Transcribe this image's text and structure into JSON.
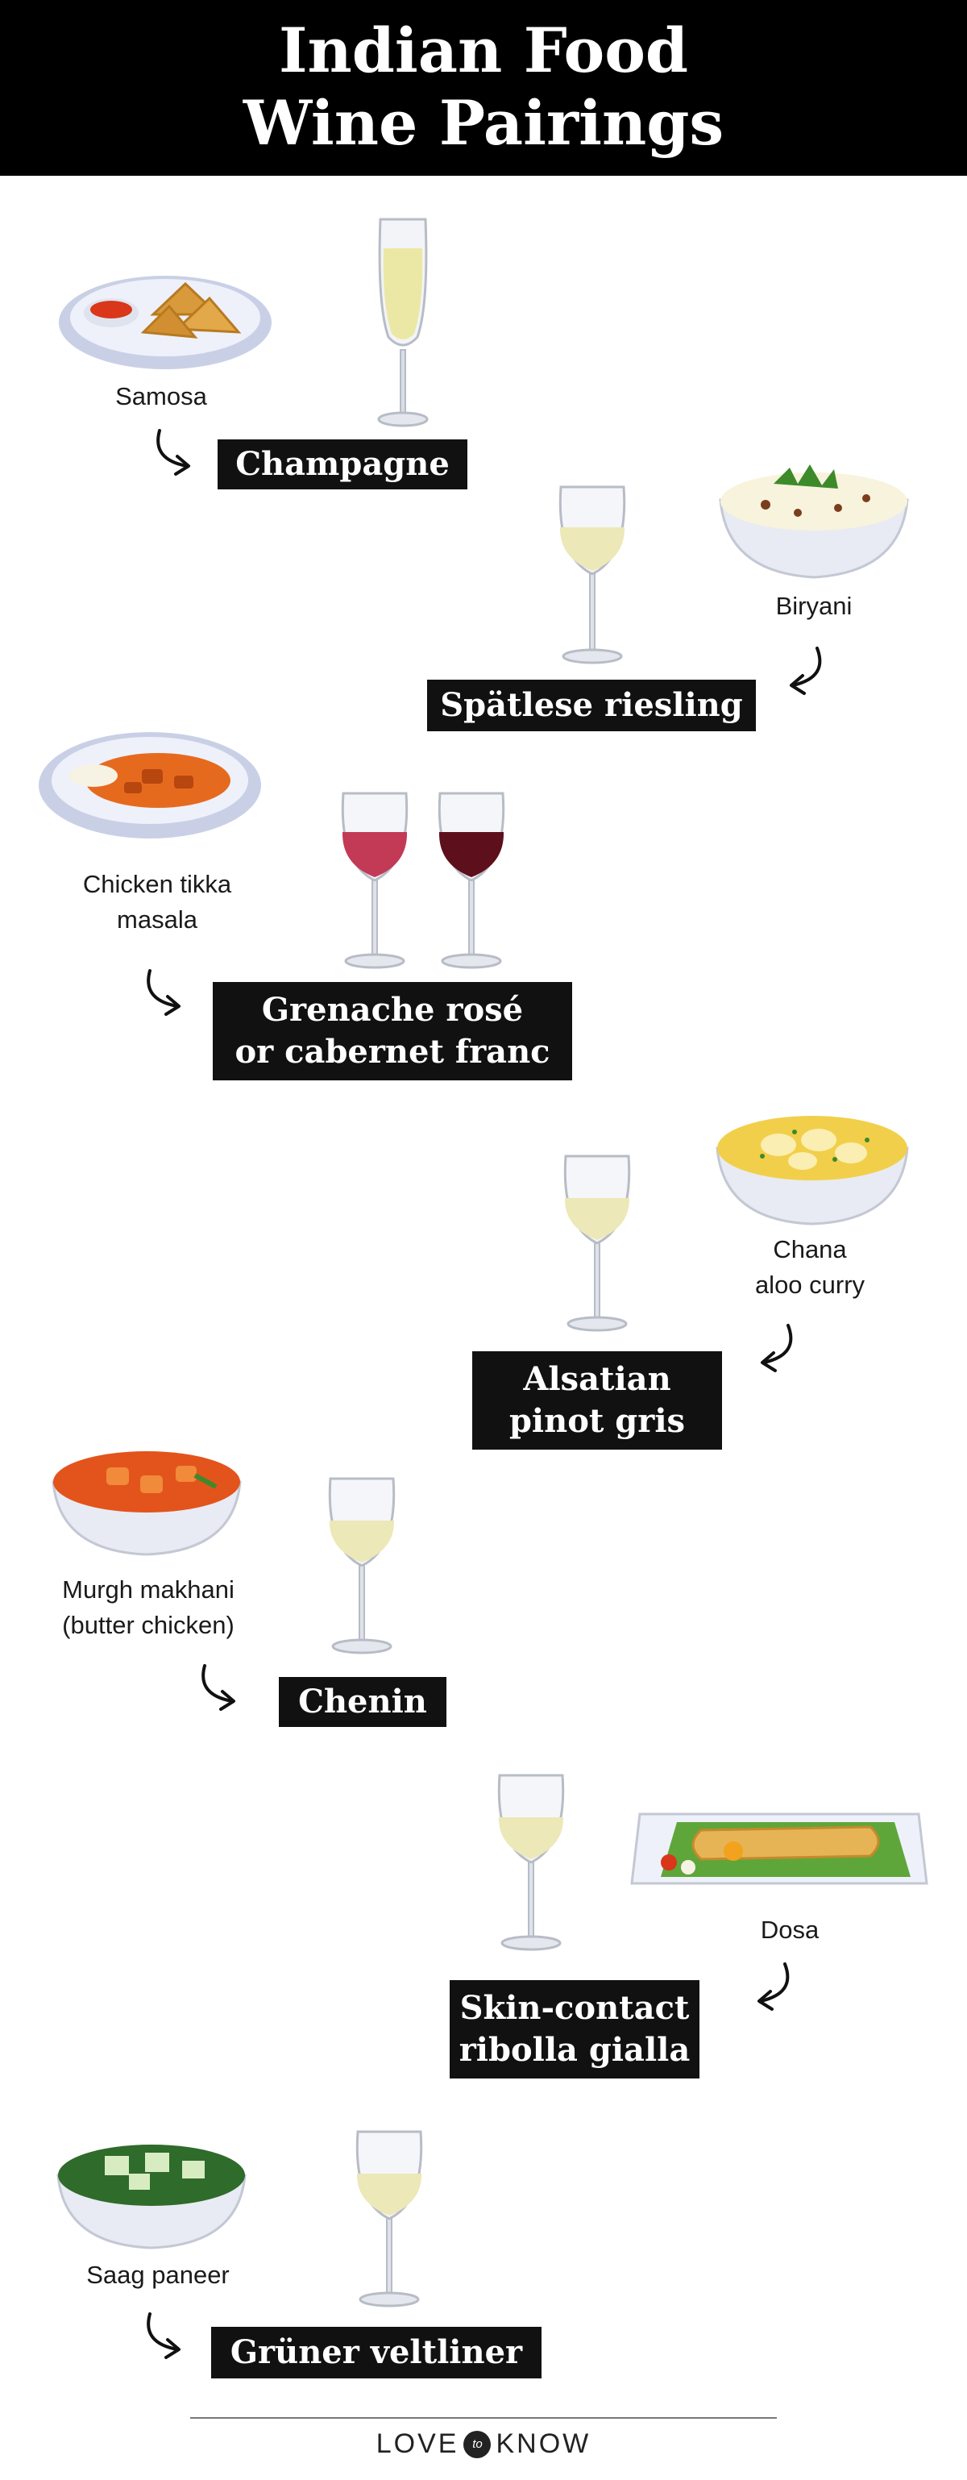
{
  "header": {
    "title_line1": "Indian Food",
    "title_line2": "Wine Pairings"
  },
  "pairings": [
    {
      "dish": [
        "Samosa"
      ],
      "wine": [
        "Champagne"
      ],
      "wine_color": "light-white"
    },
    {
      "dish": [
        "Biryani"
      ],
      "wine": [
        "Spätlese riesling"
      ],
      "wine_color": "white"
    },
    {
      "dish": [
        "Chicken tikka",
        "masala"
      ],
      "wine": [
        "Grenache rosé",
        "or cabernet franc"
      ],
      "wine_color": "rose-and-red"
    },
    {
      "dish": [
        "Chana",
        "aloo curry"
      ],
      "wine": [
        "Alsatian",
        "pinot gris"
      ],
      "wine_color": "white"
    },
    {
      "dish": [
        "Murgh makhani",
        "(butter chicken)"
      ],
      "wine": [
        "Chenin"
      ],
      "wine_color": "white"
    },
    {
      "dish": [
        "Dosa"
      ],
      "wine": [
        "Skin-contact",
        "ribolla gialla"
      ],
      "wine_color": "white"
    },
    {
      "dish": [
        "Saag paneer"
      ],
      "wine": [
        "Grüner veltliner"
      ],
      "wine_color": "white"
    }
  ],
  "footer": {
    "brand_left": "LOVE",
    "brand_mid": "to",
    "brand_right": "KNOW"
  },
  "colors": {
    "header_bg": "#000000",
    "label_bg": "#111111",
    "white_wine": "#ece8b8",
    "rose_wine": "#c23a55",
    "red_wine": "#5e0f1c"
  }
}
